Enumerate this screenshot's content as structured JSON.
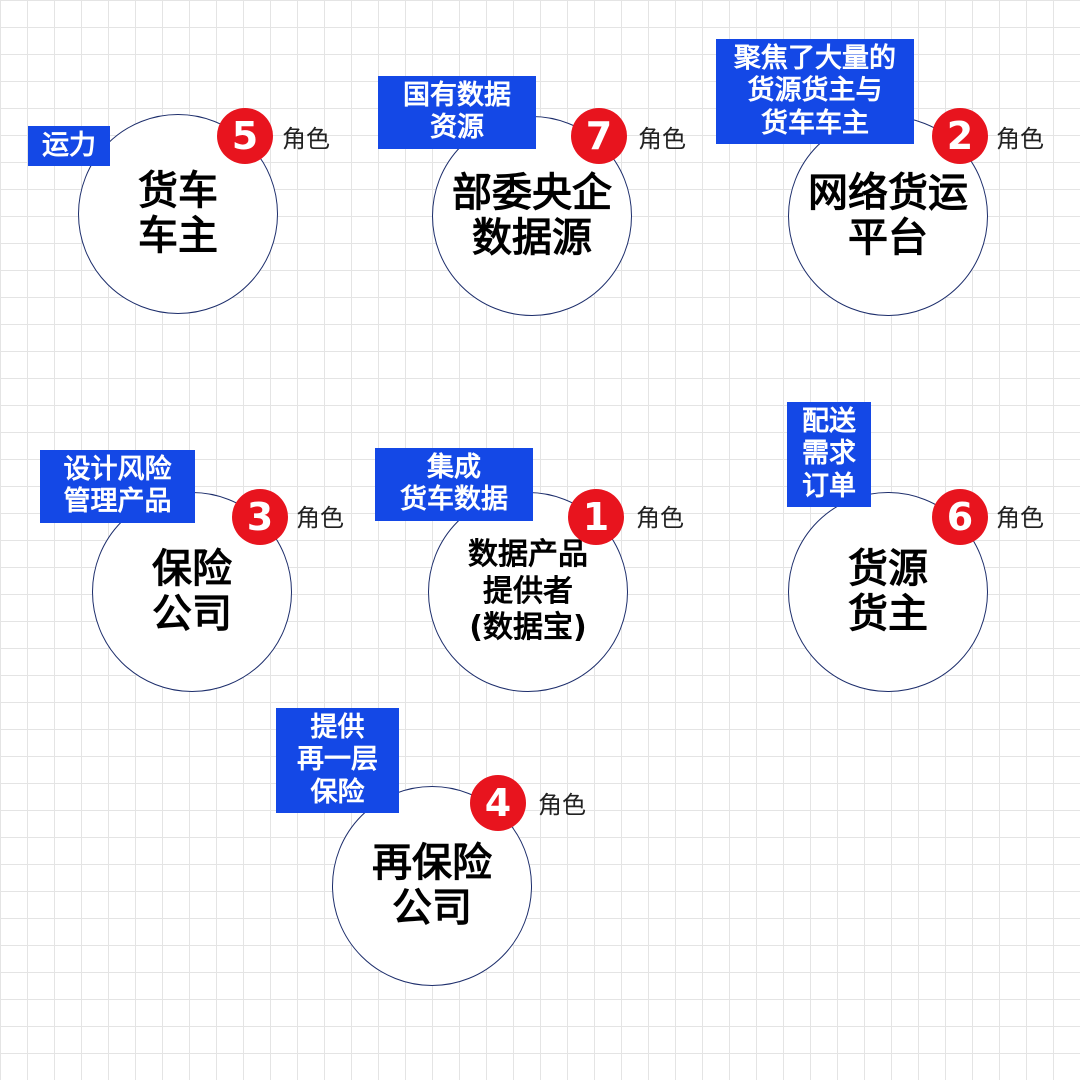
{
  "roles": [
    {
      "number": "5",
      "role_label": "角色",
      "name": "货车\n车主",
      "tag": "运力"
    },
    {
      "number": "7",
      "role_label": "角色",
      "name": "部委央企\n数据源",
      "tag": "国有数据\n资源"
    },
    {
      "number": "2",
      "role_label": "角色",
      "name": "网络货运\n平台",
      "tag": "聚焦了大量的\n货源货主与\n货车车主"
    },
    {
      "number": "3",
      "role_label": "角色",
      "name": "保险\n公司",
      "tag": "设计风险\n管理产品"
    },
    {
      "number": "1",
      "role_label": "角色",
      "name": "数据产品\n提供者\n(数据宝)",
      "tag": "集成\n货车数据"
    },
    {
      "number": "6",
      "role_label": "角色",
      "name": "货源\n货主",
      "tag": "配送\n需求\n订单"
    },
    {
      "number": "4",
      "role_label": "角色",
      "name": "再保险\n公司",
      "tag": "提供\n再一层\n保险"
    }
  ],
  "colors": {
    "badge": "#e8141e",
    "tag": "#1448e6",
    "circle_border": "#1c2d6b",
    "grid": "#e4e4e4"
  }
}
